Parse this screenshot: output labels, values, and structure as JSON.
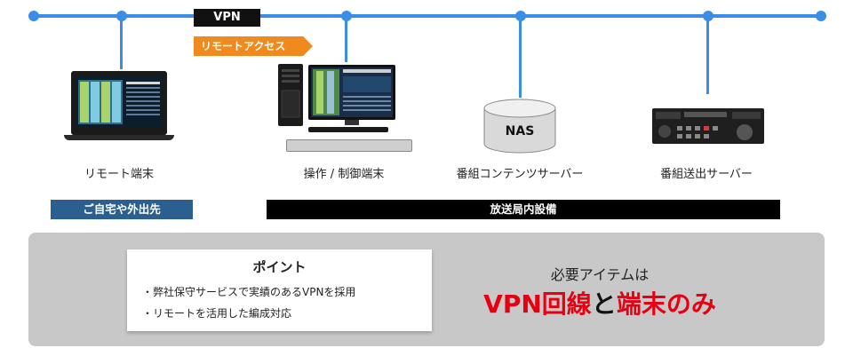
{
  "network": {
    "vpn_label": "VPN",
    "remote_access_label": "リモートアクセス"
  },
  "devices": {
    "remote_terminal": "リモート端末",
    "control_terminal": "操作 / 制御端末",
    "nas_label": "NAS",
    "content_server": "番組コンテンツサーバー",
    "playout_server": "番組送出サーバー"
  },
  "locations": {
    "home": "ご自宅や外出先",
    "station": "放送局内設備"
  },
  "points": {
    "title": "ポイント",
    "items": [
      "・弊社保守サービスで実績のあるVPNを採用",
      "・リモートを活用した編成対応"
    ]
  },
  "requirement": {
    "heading": "必要アイテムは",
    "part1": "VPN回線",
    "connector": "と",
    "part2": "端末のみ"
  },
  "colors": {
    "network": "#3a8ee6",
    "accent_orange": "#f08a1f",
    "accent_red": "#e60012",
    "home_bar": "#2b5f8f"
  }
}
